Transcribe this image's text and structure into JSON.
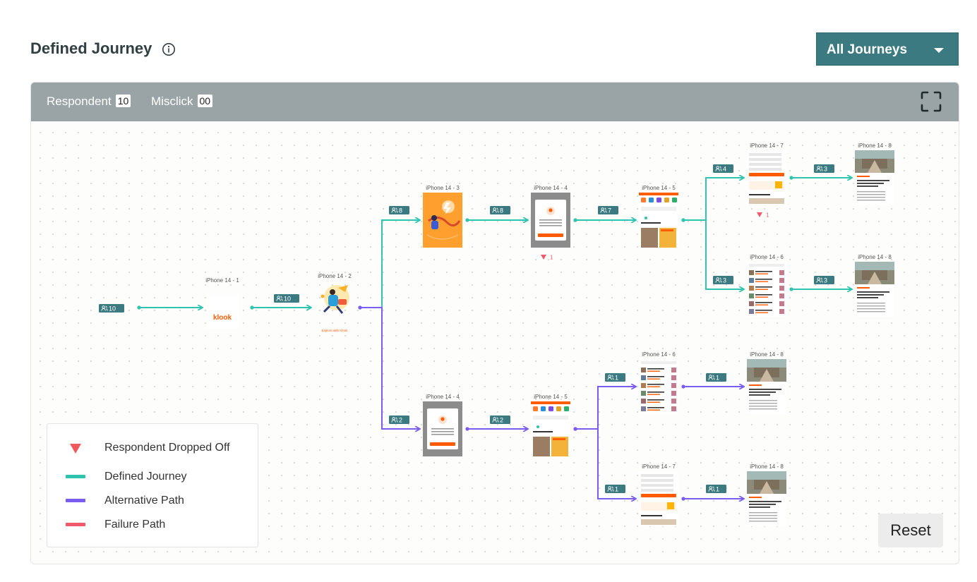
{
  "header": {
    "title": "Defined Journey",
    "info_icon": "info-circle-icon"
  },
  "journey_filter": {
    "selected": "All Journeys",
    "icon": "caret-down-icon"
  },
  "stats": {
    "respondent_label": "Respondent",
    "respondent_value": "10",
    "misclick_label": "Misclick",
    "misclick_value": "00"
  },
  "fullscreen_icon": "expand-icon",
  "colors": {
    "defined": "#2ec4b0",
    "alternative": "#7a5cf0",
    "failure": "#f05a6a",
    "badge": "#3b7a80",
    "header": "#9aa3a5"
  },
  "legend": {
    "dropped": "Respondent Dropped Off",
    "defined": "Defined Journey",
    "alternative": "Alternative Path",
    "failure": "Failure Path"
  },
  "reset_label": "Reset",
  "start_count": "10",
  "nodes": [
    {
      "id": "n1",
      "label": "iPhone 14 - 1",
      "kind": "logo",
      "screen_text": "klook"
    },
    {
      "id": "n2",
      "label": "iPhone 14 - 2",
      "kind": "illustration",
      "screen_text": "Explore with Klook"
    },
    {
      "id": "n3",
      "label": "iPhone 14 - 3",
      "kind": "orange"
    },
    {
      "id": "n4",
      "label": "iPhone 14 - 4",
      "kind": "dialog"
    },
    {
      "id": "n5",
      "label": "iPhone 14 - 5",
      "kind": "home"
    },
    {
      "id": "n6",
      "label": "iPhone 14 - 7",
      "kind": "form"
    },
    {
      "id": "n7",
      "label": "iPhone 14 - 8",
      "kind": "photo"
    },
    {
      "id": "n8",
      "label": "iPhone 14 - 6",
      "kind": "list"
    },
    {
      "id": "n9",
      "label": "iPhone 14 - 8",
      "kind": "photo"
    },
    {
      "id": "n10",
      "label": "iPhone 14 - 4",
      "kind": "dialog"
    },
    {
      "id": "n11",
      "label": "iPhone 14 - 5",
      "kind": "home"
    },
    {
      "id": "n12",
      "label": "iPhone 14 - 6",
      "kind": "list"
    },
    {
      "id": "n13",
      "label": "iPhone 14 - 8",
      "kind": "photo"
    },
    {
      "id": "n14",
      "label": "iPhone 14 - 7",
      "kind": "form"
    },
    {
      "id": "n15",
      "label": "iPhone 14 - 8",
      "kind": "photo"
    }
  ],
  "edges": [
    {
      "path": "defined",
      "count": "10"
    },
    {
      "path": "defined",
      "count": "8"
    },
    {
      "path": "defined",
      "count": "8"
    },
    {
      "path": "defined",
      "count": "7"
    },
    {
      "path": "defined",
      "count": "4"
    },
    {
      "path": "defined",
      "count": "3"
    },
    {
      "path": "defined",
      "count": "3"
    },
    {
      "path": "defined",
      "count": "3"
    },
    {
      "path": "alternative",
      "count": "2"
    },
    {
      "path": "alternative",
      "count": "2"
    },
    {
      "path": "alternative",
      "count": "1"
    },
    {
      "path": "alternative",
      "count": "1"
    },
    {
      "path": "alternative",
      "count": "1"
    },
    {
      "path": "alternative",
      "count": "1"
    }
  ],
  "dropoffs": [
    {
      "node": "iPhone 14 - 4",
      "count": "1"
    },
    {
      "node": "iPhone 14 - 7",
      "count": "1"
    }
  ]
}
